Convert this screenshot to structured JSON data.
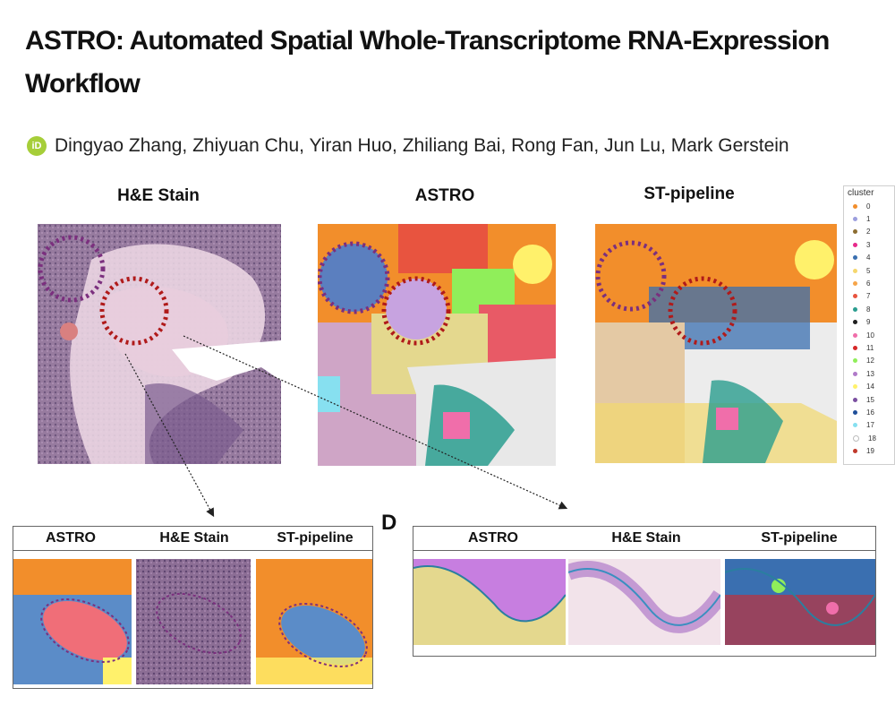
{
  "title": "ASTRO: Automated Spatial Whole-Transcriptome RNA-Expression Workflow",
  "authors": "Dingyao Zhang, Zhiyuan Chu, Yiran Huo, Zhiliang Bai, Rong Fan, Jun Lu, Mark Gerstein",
  "orcid_icon": "orcid-icon",
  "top_panels": {
    "he": "H&E Stain",
    "astro": "ASTRO",
    "st": "ST-pipeline"
  },
  "legend": {
    "title": "cluster",
    "items": [
      {
        "label": "0",
        "color": "#f28e2b"
      },
      {
        "label": "1",
        "color": "#9c9ede"
      },
      {
        "label": "2",
        "color": "#8c6d31"
      },
      {
        "label": "3",
        "color": "#e7298a"
      },
      {
        "label": "4",
        "color": "#3a6fb0"
      },
      {
        "label": "5",
        "color": "#f5d76e"
      },
      {
        "label": "6",
        "color": "#f6a54a"
      },
      {
        "label": "7",
        "color": "#e8543f"
      },
      {
        "label": "8",
        "color": "#2a9d8f"
      },
      {
        "label": "9",
        "color": "#1f1f1f"
      },
      {
        "label": "10",
        "color": "#f06eaa"
      },
      {
        "label": "11",
        "color": "#d62728"
      },
      {
        "label": "12",
        "color": "#90ee5a"
      },
      {
        "label": "13",
        "color": "#b07ac9"
      },
      {
        "label": "14",
        "color": "#fff16b"
      },
      {
        "label": "15",
        "color": "#7b4fa0"
      },
      {
        "label": "16",
        "color": "#1f4e99"
      },
      {
        "label": "17",
        "color": "#87e0f0"
      },
      {
        "label": "18",
        "color": "#ffffff"
      },
      {
        "label": "19",
        "color": "#c0392b"
      }
    ]
  },
  "panel_c": {
    "astro": "ASTRO",
    "he": "H&E Stain",
    "st": "ST-pipeline"
  },
  "panel_d": {
    "letter": "D",
    "astro": "ASTRO",
    "he": "H&E Stain",
    "st": "ST-pipeline"
  }
}
